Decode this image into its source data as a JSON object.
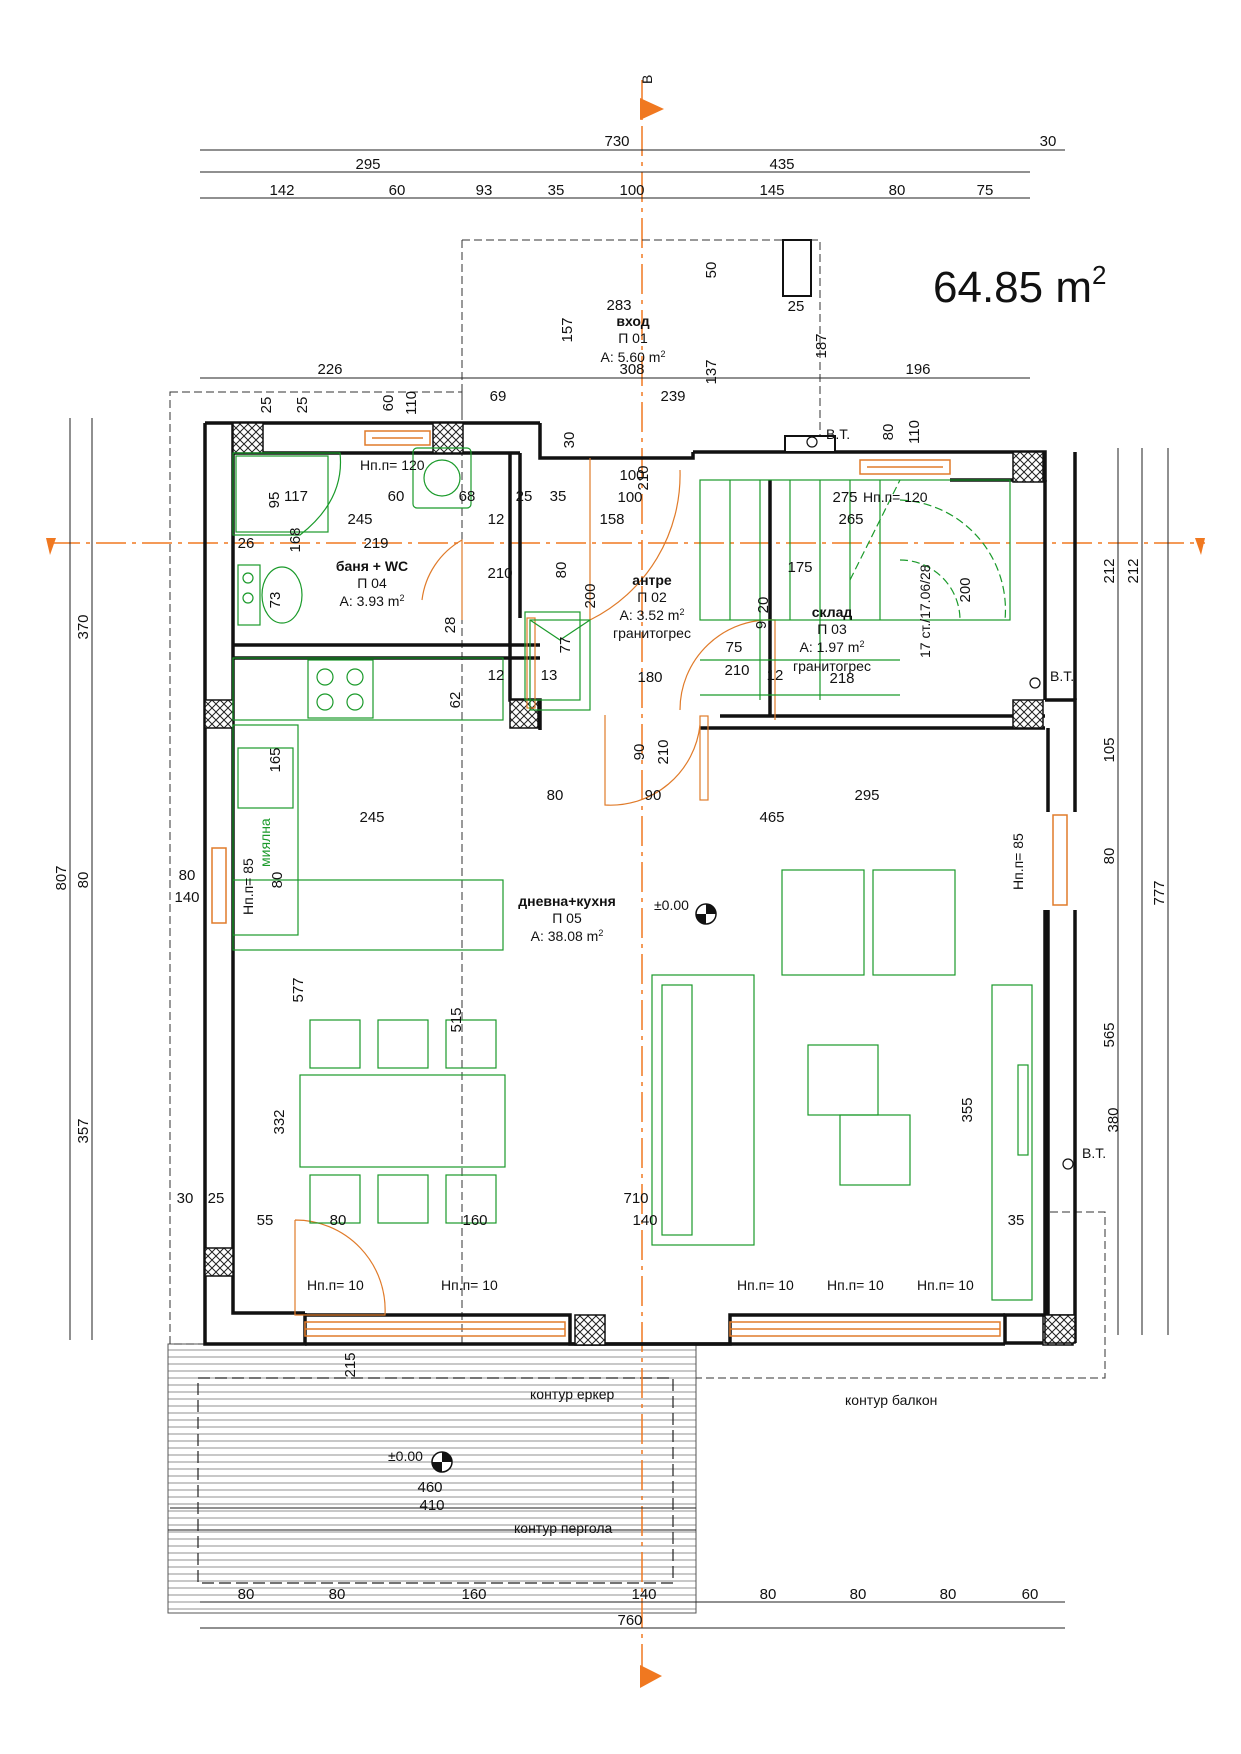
{
  "total_area": {
    "value": "64.85 m",
    "sup": "2"
  },
  "axis_label": "B",
  "rooms": {
    "entrance": {
      "name": "вход",
      "code": "П 01",
      "area": "A: 5.60 m",
      "sup": "2"
    },
    "hall": {
      "name": "антре",
      "code": "П 02",
      "area": "A: 3.52 m",
      "sup": "2",
      "finish": "гранитогрес"
    },
    "storage": {
      "name": "склад",
      "code": "П 03",
      "area": "A: 1.97 m",
      "sup": "2",
      "finish": "гранитогрес"
    },
    "bath": {
      "name": "баня + WC",
      "code": "П 04",
      "area": "A: 3.93 m",
      "sup": "2"
    },
    "living": {
      "name": "дневна+кухня",
      "code": "П 05",
      "area": "A: 38.08 m",
      "sup": "2"
    }
  },
  "levels": {
    "interior": "±0.00",
    "terrace": "±0.00"
  },
  "labels": {
    "sink": "миялна",
    "stairs": "17 ст./17.06/28",
    "bay_outline": "контур еркер",
    "balcony_outline": "контур балкон",
    "pergola_outline": "контур пергола",
    "vt": "В.Т."
  },
  "window_notes": {
    "bath": "Нп.п= 120",
    "stair": "Нп.п= 120",
    "west": "Нп.п= 85",
    "east": "Нп.п= 85",
    "south": "Нп.п= 10"
  },
  "dimensions": {
    "top1": [
      "730",
      "30"
    ],
    "top2": [
      "295",
      "435"
    ],
    "top3": [
      "142",
      "60",
      "93",
      "35",
      "100",
      "145",
      "80",
      "75"
    ],
    "row226": [
      "226",
      "308",
      "196"
    ],
    "bottom1": [
      "80",
      "80",
      "160",
      "140",
      "80",
      "80",
      "80",
      "60"
    ],
    "bottom_total": "760",
    "left": [
      "807",
      "370",
      "80",
      "357"
    ],
    "right": [
      "212",
      "105",
      "80",
      "565",
      "777",
      "212"
    ],
    "interior": [
      "283",
      "157",
      "50",
      "25",
      "137",
      "187",
      "69",
      "239",
      "60",
      "110",
      "25",
      "25",
      "30",
      "35",
      "25",
      "100",
      "210",
      "100",
      "275",
      "265",
      "175",
      "200",
      "80",
      "110",
      "117",
      "60",
      "68",
      "95",
      "245",
      "158",
      "12",
      "26",
      "168",
      "219",
      "80",
      "210",
      "200",
      "73",
      "28",
      "77",
      "12",
      "13",
      "180",
      "218",
      "62",
      "9",
      "75",
      "210",
      "12",
      "20",
      "90",
      "210",
      "165",
      "245",
      "80",
      "90",
      "295",
      "465",
      "80",
      "140",
      "80",
      "577",
      "515",
      "332",
      "355",
      "710",
      "55",
      "80",
      "160",
      "140",
      "35",
      "380",
      "30",
      "25",
      "215",
      "460",
      "410"
    ]
  }
}
